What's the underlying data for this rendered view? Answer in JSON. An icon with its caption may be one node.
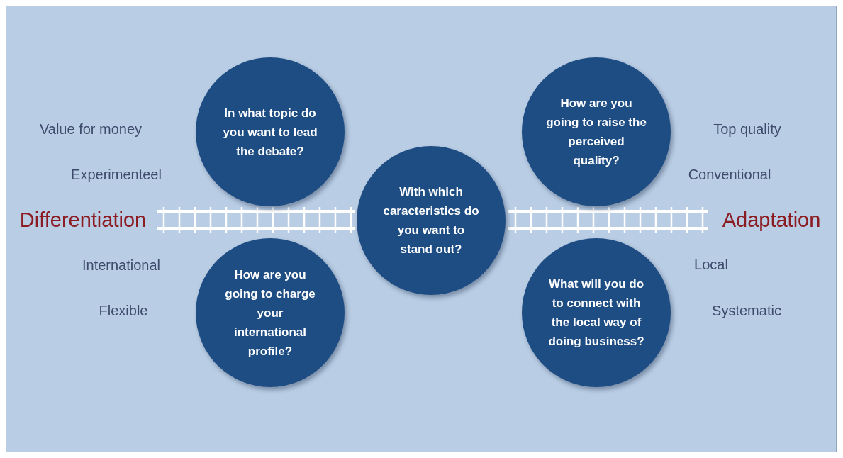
{
  "diagram": {
    "nodes": [
      {
        "text": [
          "In what topic do you want to lead the debate?"
        ]
      },
      {
        "text": [
          "How are you going to raise the perceived quality?"
        ]
      },
      {
        "text": [
          "With which caracteristics do you want to stand out?"
        ]
      },
      {
        "text": [
          "How are you going to charge your international profile?"
        ]
      },
      {
        "text": [
          "What will you do to connect with the local way of doing business?"
        ]
      }
    ],
    "labels": [
      "Value for money",
      "Top quality",
      "Experimenteel",
      "Conventional",
      "Differentiation",
      "Adaptation",
      "International",
      "Local",
      "Flexible",
      "Systematic"
    ]
  }
}
